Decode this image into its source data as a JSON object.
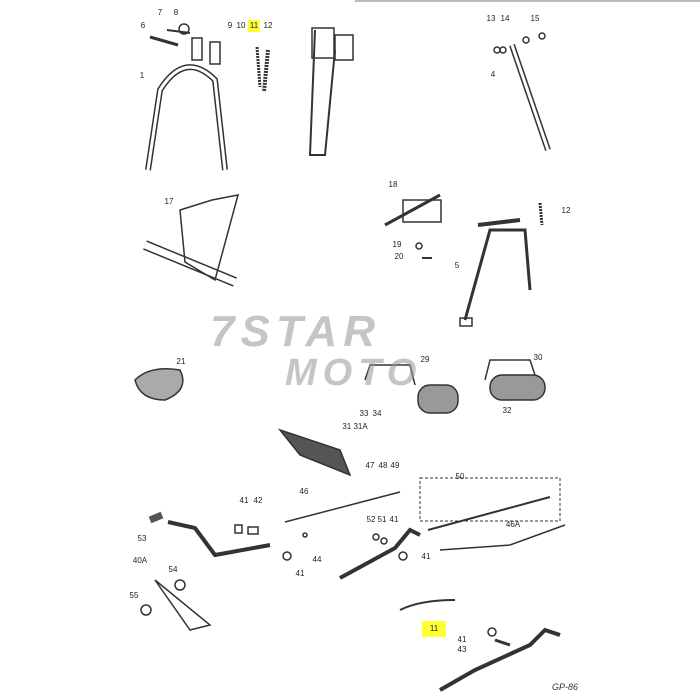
{
  "watermark": {
    "line1": "7STAR",
    "line2": "MOTO"
  },
  "signature": "GP-86",
  "labels": [
    "6",
    "7",
    "8",
    "9",
    "10",
    "11",
    "12",
    "1",
    "13",
    "14",
    "15",
    "4",
    "17",
    "18",
    "12",
    "19",
    "20",
    "5",
    "21",
    "29",
    "30",
    "33",
    "34",
    "31 31A",
    "32",
    "47",
    "48",
    "49",
    "50",
    "46",
    "41",
    "42",
    "53",
    "52",
    "51",
    "41",
    "46A",
    "44",
    "41",
    "41",
    "40A",
    "54",
    "55",
    "11",
    "41",
    "43"
  ],
  "highlight_color": "#ffff33"
}
